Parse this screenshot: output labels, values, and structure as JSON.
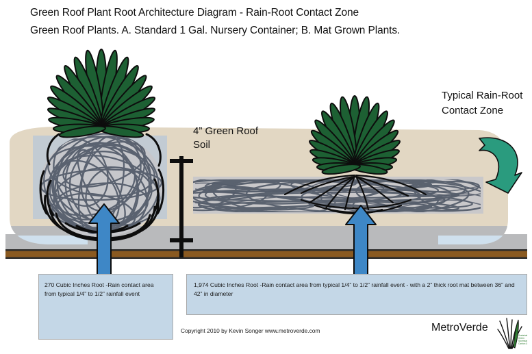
{
  "header": {
    "line1": "Green Roof Plant Root Architecture Diagram - Rain-Root Contact Zone",
    "line2": "Green Roof Plants.  A. Standard 1 Gal. Nursery Container;  B. Mat Grown Plants."
  },
  "labels": {
    "soil_depth": "4” Green Roof Soil",
    "contact_zone": "Typical Rain-Root Contact Zone"
  },
  "callouts": {
    "left": "270 Cubic Inches Root -Rain contact area from typical 1/4” to 1/2” rainfall event",
    "right": "1,974 Cubic Inches Root -Rain contact area from typical 1/4” to 1/2” rainfall event - with a 2” thick root mat between 36” and 42” in diameter"
  },
  "footer": {
    "copyright": "Copyright 2010 by Kevin Songer www.metroverde.com",
    "brand": "MetroVerde"
  },
  "colors": {
    "soil_tan": "#e2d7c3",
    "soil_gray": "#b9babc",
    "roof_brown": "#8a5a21",
    "root_gray": "#555d6b",
    "leaf_green": "#1d6033",
    "arrow_blue": "#3e87c6",
    "arrow_green": "#2a9b7e",
    "callout_blue": "#c4d7e7",
    "container_blue": "#bcc9d6"
  },
  "chart_data": {
    "type": "diagram",
    "title": "Green Roof Plant Root Architecture Diagram - Rain-Root Contact Zone",
    "panels": [
      {
        "id": "A",
        "label": "Standard 1 Gal. Nursery Container",
        "contact_volume_cubic_inches": 270,
        "rainfall_event": "1/4” to 1/2”",
        "root_form": "dense vertical root ball"
      },
      {
        "id": "B",
        "label": "Mat Grown Plants",
        "contact_volume_cubic_inches": 1974,
        "rainfall_event": "1/4” to 1/2”",
        "root_mat_thickness_inches": 2,
        "root_mat_diameter_inches": [
          36,
          42
        ],
        "root_form": "wide horizontal root mat"
      }
    ],
    "soil_depth_inches": 4
  }
}
